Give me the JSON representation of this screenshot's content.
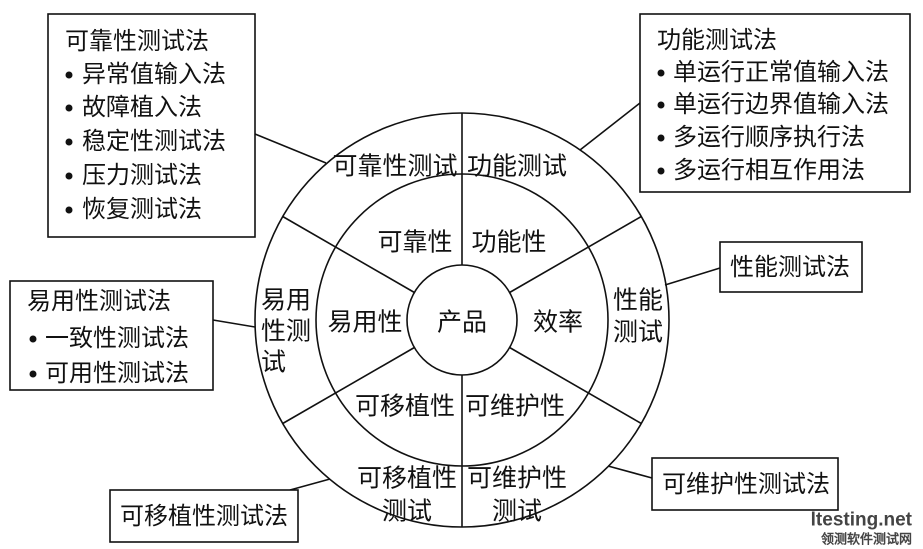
{
  "diagram": {
    "center": "产品",
    "inner": {
      "reliability": "可靠性",
      "functionality": "功能性",
      "efficiency": "效率",
      "maintainability": "可维护性",
      "portability": "可移植性",
      "usability": "易用性"
    },
    "outer": {
      "reliability": "可靠性测试",
      "functionality": "功能测试",
      "performance": [
        "性能",
        "测试"
      ],
      "maintainability": [
        "可维护性",
        "测试"
      ],
      "portability": [
        "可移植性",
        "测试"
      ],
      "usability": [
        "易用",
        "性测",
        "试"
      ]
    }
  },
  "boxes": {
    "reliability": {
      "title": "可靠性测试法",
      "items": [
        "异常值输入法",
        "故障植入法",
        "稳定性测试法",
        "压力测试法",
        "恢复测试法"
      ]
    },
    "functionality": {
      "title": "功能测试法",
      "items": [
        "单运行正常值输入法",
        "单运行边界值输入法",
        "多运行顺序执行法",
        "多运行相互作用法"
      ]
    },
    "performance": {
      "title": "性能测试法"
    },
    "usability": {
      "title": "易用性测试法",
      "items": [
        "一致性测试法",
        "可用性测试法"
      ]
    },
    "maintainability": {
      "title": "可维护性测试法"
    },
    "portability": {
      "title": "可移植性测试法"
    }
  },
  "watermark": {
    "site": "ltesting.net",
    "name": "领测软件测试网"
  }
}
